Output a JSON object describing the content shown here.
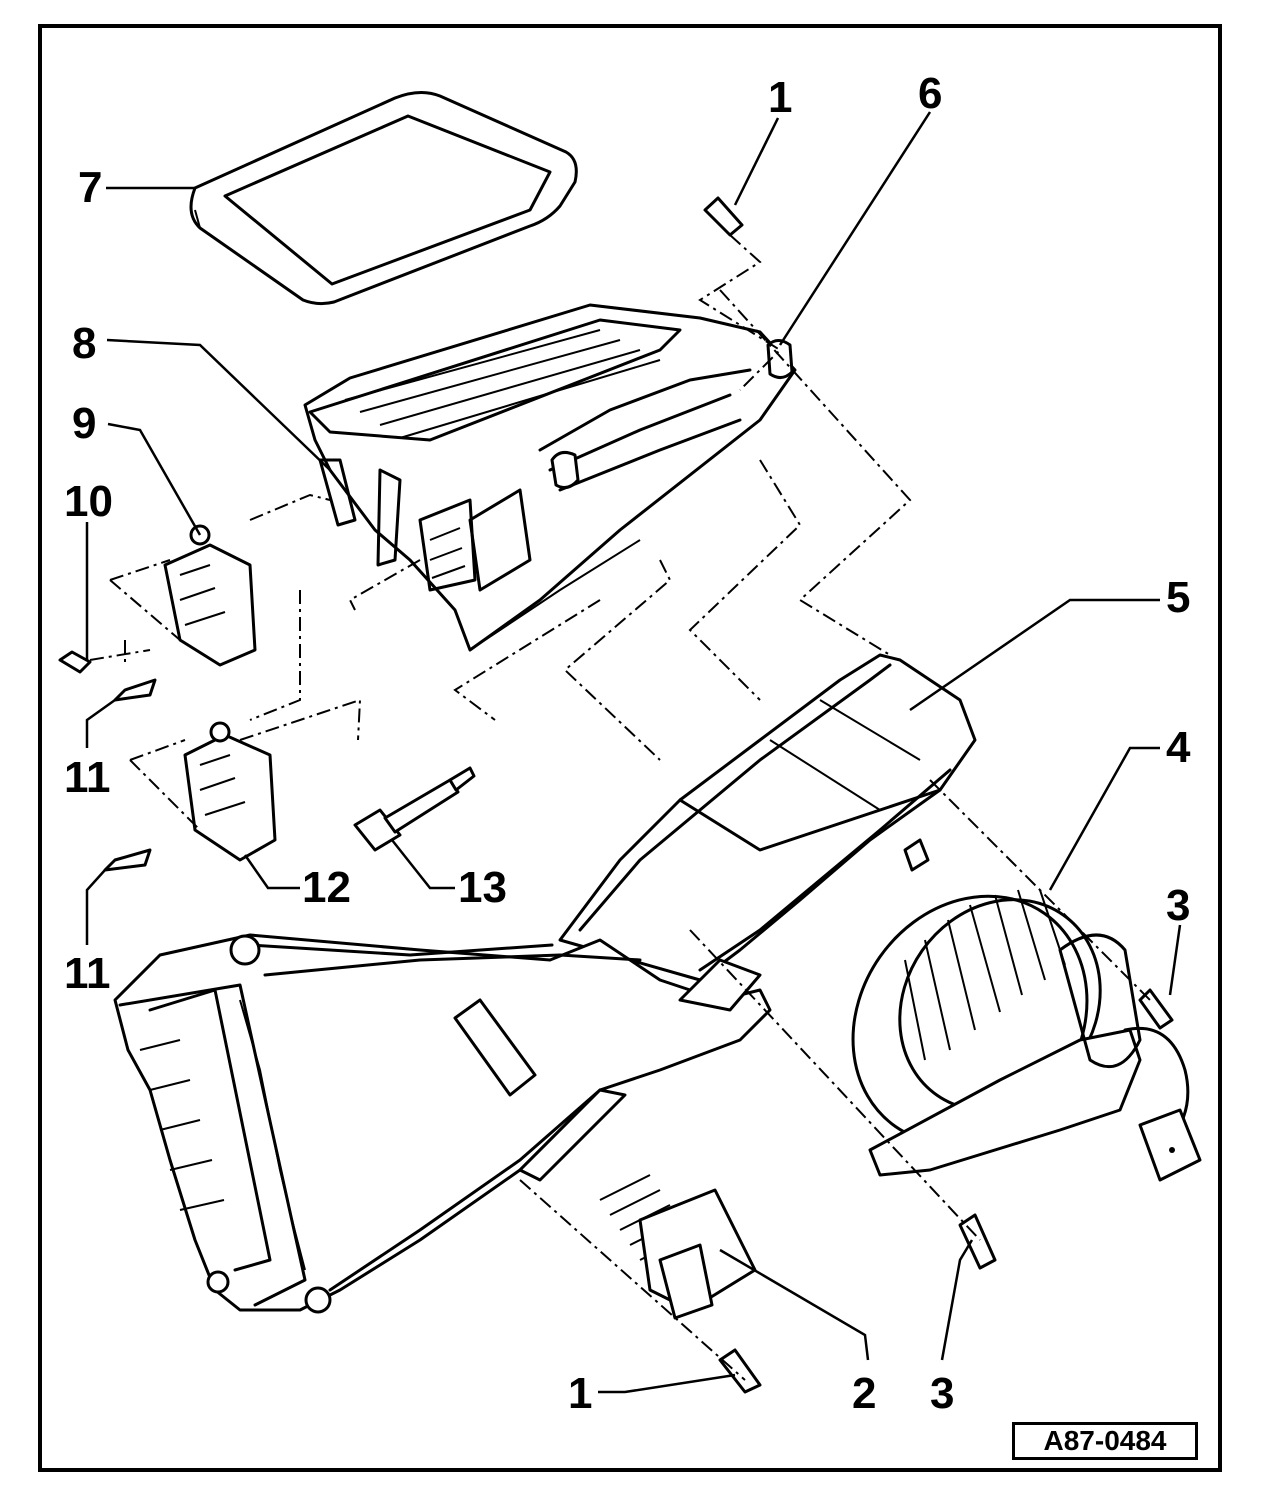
{
  "labels": {
    "l1_top": "1",
    "l1_bottom": "1",
    "l2": "2",
    "l3_right": "3",
    "l3_bottom": "3",
    "l4": "4",
    "l5": "5",
    "l6": "6",
    "l7": "7",
    "l8": "8",
    "l9": "9",
    "l10": "10",
    "l11_upper": "11",
    "l11_lower": "11",
    "l12": "12",
    "l13": "13"
  },
  "reference_code": "A87-0484"
}
